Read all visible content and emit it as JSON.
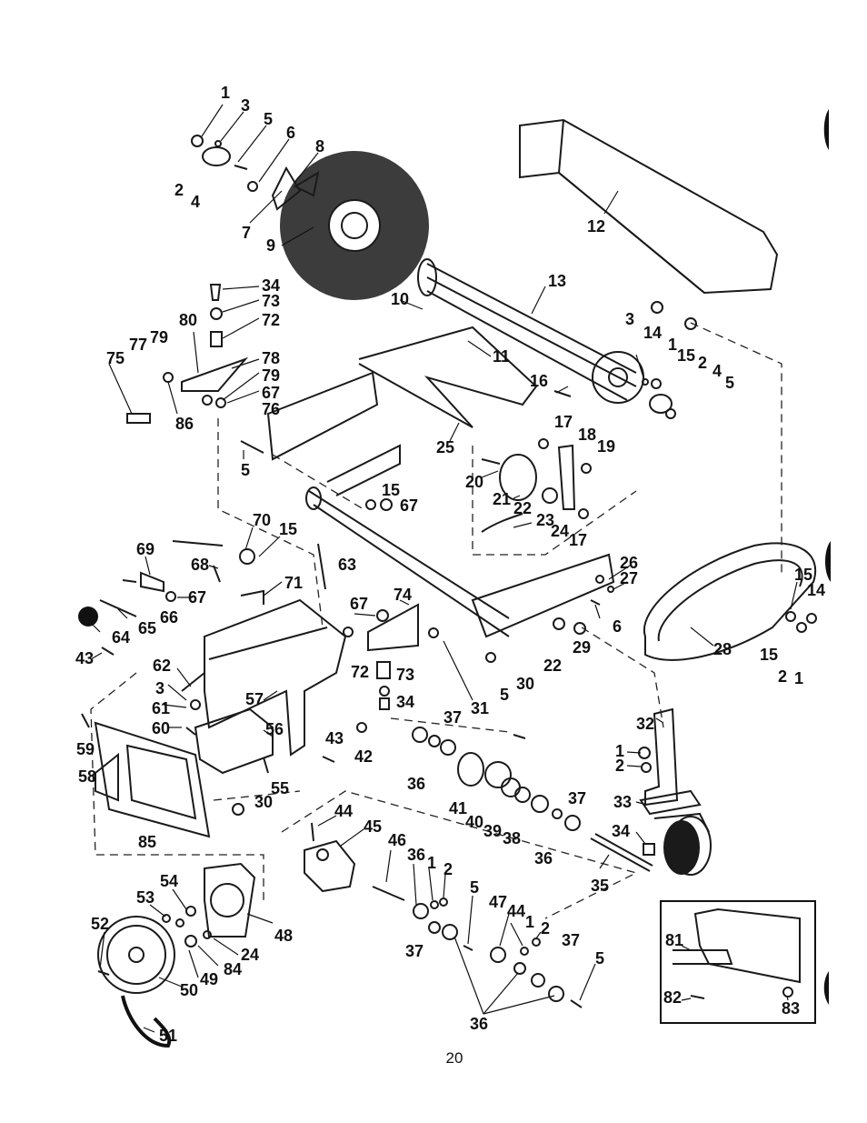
{
  "page": {
    "number": "20"
  },
  "callouts": [
    {
      "id": "c1",
      "text": "1"
    },
    {
      "id": "c3",
      "text": "3"
    },
    {
      "id": "c5",
      "text": "5"
    },
    {
      "id": "c6",
      "text": "6"
    },
    {
      "id": "c8",
      "text": "8"
    },
    {
      "id": "c2",
      "text": "2"
    },
    {
      "id": "c4",
      "text": "4"
    },
    {
      "id": "c7",
      "text": "7"
    },
    {
      "id": "c9",
      "text": "9"
    },
    {
      "id": "c12",
      "text": "12"
    },
    {
      "id": "c13",
      "text": "13"
    },
    {
      "id": "c10",
      "text": "10"
    },
    {
      "id": "c11",
      "text": "11"
    },
    {
      "id": "c34",
      "text": "34"
    },
    {
      "id": "c73",
      "text": "73"
    },
    {
      "id": "c72",
      "text": "72"
    },
    {
      "id": "c80",
      "text": "80"
    },
    {
      "id": "c77",
      "text": "77"
    },
    {
      "id": "c79",
      "text": "79"
    },
    {
      "id": "c75",
      "text": "75"
    },
    {
      "id": "c78",
      "text": "78"
    },
    {
      "id": "c79b",
      "text": "79"
    },
    {
      "id": "c67",
      "text": "67"
    },
    {
      "id": "c76",
      "text": "76"
    },
    {
      "id": "c86",
      "text": "86"
    },
    {
      "id": "c14",
      "text": "14"
    },
    {
      "id": "c15",
      "text": "15"
    },
    {
      "id": "c3b",
      "text": "3"
    },
    {
      "id": "c1b",
      "text": "1"
    },
    {
      "id": "c2b",
      "text": "2"
    },
    {
      "id": "c4b",
      "text": "4"
    },
    {
      "id": "c5b",
      "text": "5"
    },
    {
      "id": "c16",
      "text": "16"
    },
    {
      "id": "c25",
      "text": "25"
    },
    {
      "id": "c5c",
      "text": "5"
    },
    {
      "id": "c17",
      "text": "17"
    },
    {
      "id": "c18",
      "text": "18"
    },
    {
      "id": "c19",
      "text": "19"
    },
    {
      "id": "c20",
      "text": "20"
    },
    {
      "id": "c21",
      "text": "21"
    },
    {
      "id": "c22",
      "text": "22"
    },
    {
      "id": "c23",
      "text": "23"
    },
    {
      "id": "c24",
      "text": "24"
    },
    {
      "id": "c17b",
      "text": "17"
    },
    {
      "id": "c15b",
      "text": "15"
    },
    {
      "id": "c67b",
      "text": "67"
    },
    {
      "id": "c70",
      "text": "70"
    },
    {
      "id": "c15c",
      "text": "15"
    },
    {
      "id": "c63",
      "text": "63"
    },
    {
      "id": "c69",
      "text": "69"
    },
    {
      "id": "c68",
      "text": "68"
    },
    {
      "id": "c71",
      "text": "71"
    },
    {
      "id": "c67c",
      "text": "67"
    },
    {
      "id": "c66",
      "text": "66"
    },
    {
      "id": "c65",
      "text": "65"
    },
    {
      "id": "c64",
      "text": "64"
    },
    {
      "id": "c43",
      "text": "43"
    },
    {
      "id": "c67d",
      "text": "67"
    },
    {
      "id": "c74",
      "text": "74"
    },
    {
      "id": "c26",
      "text": "26"
    },
    {
      "id": "c27",
      "text": "27"
    },
    {
      "id": "c15d",
      "text": "15"
    },
    {
      "id": "c14b",
      "text": "14"
    },
    {
      "id": "c6b",
      "text": "6"
    },
    {
      "id": "c22b",
      "text": "22"
    },
    {
      "id": "c29",
      "text": "29"
    },
    {
      "id": "c28",
      "text": "28"
    },
    {
      "id": "c15e",
      "text": "15"
    },
    {
      "id": "c2c",
      "text": "2"
    },
    {
      "id": "c1c",
      "text": "1"
    },
    {
      "id": "c30",
      "text": "30"
    },
    {
      "id": "c31",
      "text": "31"
    },
    {
      "id": "c72b",
      "text": "72"
    },
    {
      "id": "c73b",
      "text": "73"
    },
    {
      "id": "c34b",
      "text": "34"
    },
    {
      "id": "c62",
      "text": "62"
    },
    {
      "id": "c3c",
      "text": "3"
    },
    {
      "id": "c61",
      "text": "61"
    },
    {
      "id": "c60",
      "text": "60"
    },
    {
      "id": "c57",
      "text": "57"
    },
    {
      "id": "c56",
      "text": "56"
    },
    {
      "id": "c59",
      "text": "59"
    },
    {
      "id": "c58",
      "text": "58"
    },
    {
      "id": "c43b",
      "text": "43"
    },
    {
      "id": "c42",
      "text": "42"
    },
    {
      "id": "c5d",
      "text": "5"
    },
    {
      "id": "c37",
      "text": "37"
    },
    {
      "id": "c36",
      "text": "36"
    },
    {
      "id": "c55",
      "text": "55"
    },
    {
      "id": "c30b",
      "text": "30"
    },
    {
      "id": "c41",
      "text": "41"
    },
    {
      "id": "c40",
      "text": "40"
    },
    {
      "id": "c39",
      "text": "39"
    },
    {
      "id": "c38",
      "text": "38"
    },
    {
      "id": "c37b",
      "text": "37"
    },
    {
      "id": "c36b",
      "text": "36"
    },
    {
      "id": "c32",
      "text": "32"
    },
    {
      "id": "c1d",
      "text": "1"
    },
    {
      "id": "c2d",
      "text": "2"
    },
    {
      "id": "c33",
      "text": "33"
    },
    {
      "id": "c34c",
      "text": "34"
    },
    {
      "id": "c35",
      "text": "35"
    },
    {
      "id": "c85",
      "text": "85"
    },
    {
      "id": "c44",
      "text": "44"
    },
    {
      "id": "c45",
      "text": "45"
    },
    {
      "id": "c46",
      "text": "46"
    },
    {
      "id": "c36c",
      "text": "36"
    },
    {
      "id": "c1e",
      "text": "1"
    },
    {
      "id": "c2e",
      "text": "2"
    },
    {
      "id": "c5e",
      "text": "5"
    },
    {
      "id": "c47",
      "text": "47"
    },
    {
      "id": "c44b",
      "text": "44"
    },
    {
      "id": "c1f",
      "text": "1"
    },
    {
      "id": "c2f",
      "text": "2"
    },
    {
      "id": "c37c",
      "text": "37"
    },
    {
      "id": "c37d",
      "text": "37"
    },
    {
      "id": "c5f",
      "text": "5"
    },
    {
      "id": "c36d",
      "text": "36"
    },
    {
      "id": "c54",
      "text": "54"
    },
    {
      "id": "c53",
      "text": "53"
    },
    {
      "id": "c52",
      "text": "52"
    },
    {
      "id": "c48",
      "text": "48"
    },
    {
      "id": "c24b",
      "text": "24"
    },
    {
      "id": "c84",
      "text": "84"
    },
    {
      "id": "c49",
      "text": "49"
    },
    {
      "id": "c50",
      "text": "50"
    },
    {
      "id": "c51",
      "text": "51"
    },
    {
      "id": "c81",
      "text": "81"
    },
    {
      "id": "c82",
      "text": "82"
    },
    {
      "id": "c83",
      "text": "83"
    }
  ]
}
